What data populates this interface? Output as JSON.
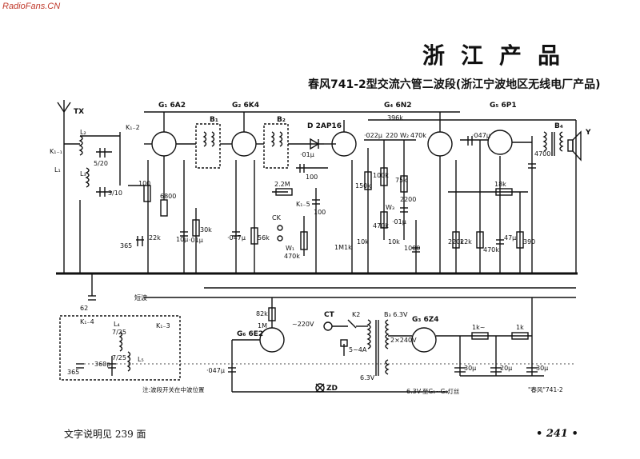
{
  "watermark": "RadioFans.CN",
  "header_title": "浙江产品",
  "subtitle": "春风741-2型交流六管二波段(浙江宁波地区无线电厂产品)",
  "note_left": "文字说明见 239 面",
  "page_number": "• 241 •",
  "tubes": {
    "g1": "G₁ 6A2",
    "g2": "G₂ 6K4",
    "g4": "G₄ 6N2",
    "g5": "G₅ 6P1",
    "g6": "G₆ 6E2",
    "g3": "G₃ 6Z4"
  },
  "labels": {
    "tx": "TX",
    "y": "Y",
    "d2": "D 2AP16",
    "b1": "B₁",
    "b2": "B₂",
    "b3": "B₃",
    "b4": "B₄",
    "k1_1": "K₁₋₁",
    "k1_2": "K₁₋2",
    "k1_3": "K₁₋3",
    "k1_4": "K₁₋4",
    "l1": "L₁",
    "l2": "L₂",
    "l3": "L₃",
    "l4": "L₄",
    "l5": "L₅",
    "c5_20": "5/20",
    "c3_10": "3/10",
    "c7_25a": "7/25",
    "c7_25b": "7/25",
    "r100a": "100",
    "r6800": "6800",
    "r22k": "22k",
    "c10u": "10μ",
    "c01u": "·01μ",
    "r30k": "30k",
    "c047u": "·047μ",
    "r56k": "56k",
    "c365a": "365",
    "c365b": "365",
    "c62": "62",
    "r2m2": "2.2M",
    "c01ua": "·01μ",
    "c100a": "100",
    "c100b": "100",
    "r470k": "470k",
    "w1": "W₁",
    "ck": "CK",
    "k1_5": "K₁₋5",
    "c022u": "·022μ",
    "r220": "220",
    "w2": "W₂",
    "r470ka": "470k",
    "r396k": "396k",
    "r150k": "150k",
    "r100k": "100k",
    "r75k": "75k",
    "c2200": "2200",
    "w3": "W₃",
    "r470kb": "470k",
    "c01ub": "·01μ",
    "r1m": "1M",
    "r1k": "1k",
    "r10ka": "10k",
    "r10kb": "10k",
    "c1000": "1000",
    "c047ua": "·047μ",
    "r18k": "18k",
    "r22ka": "22k",
    "r470kc": "470k",
    "c47u": "47μ",
    "r390": "390",
    "c4700": "4700",
    "r220k": "220k",
    "r82k": "82k",
    "r1ma": "1M",
    "v220": "~220V",
    "ct": "CT",
    "k2": "K2",
    "b3v": "B₃ 6.3V",
    "v240": "2×240V",
    "fuse": "5~4A",
    "v63a": "6.3V",
    "v63b": "6.3V",
    "gnote": "至G₁~G₆灯丝",
    "zd": "ZD",
    "r1kb": "1k~",
    "r1kc": "1k",
    "c30ua": "30μ",
    "c20u": "20μ",
    "c30ub": "30μ",
    "c047ub": "·047μ",
    "c360p": "360p",
    "switch_note": "注:波段开关在中波位置",
    "model_label": "\"春风\"741-2",
    "short_wave": "短波"
  }
}
